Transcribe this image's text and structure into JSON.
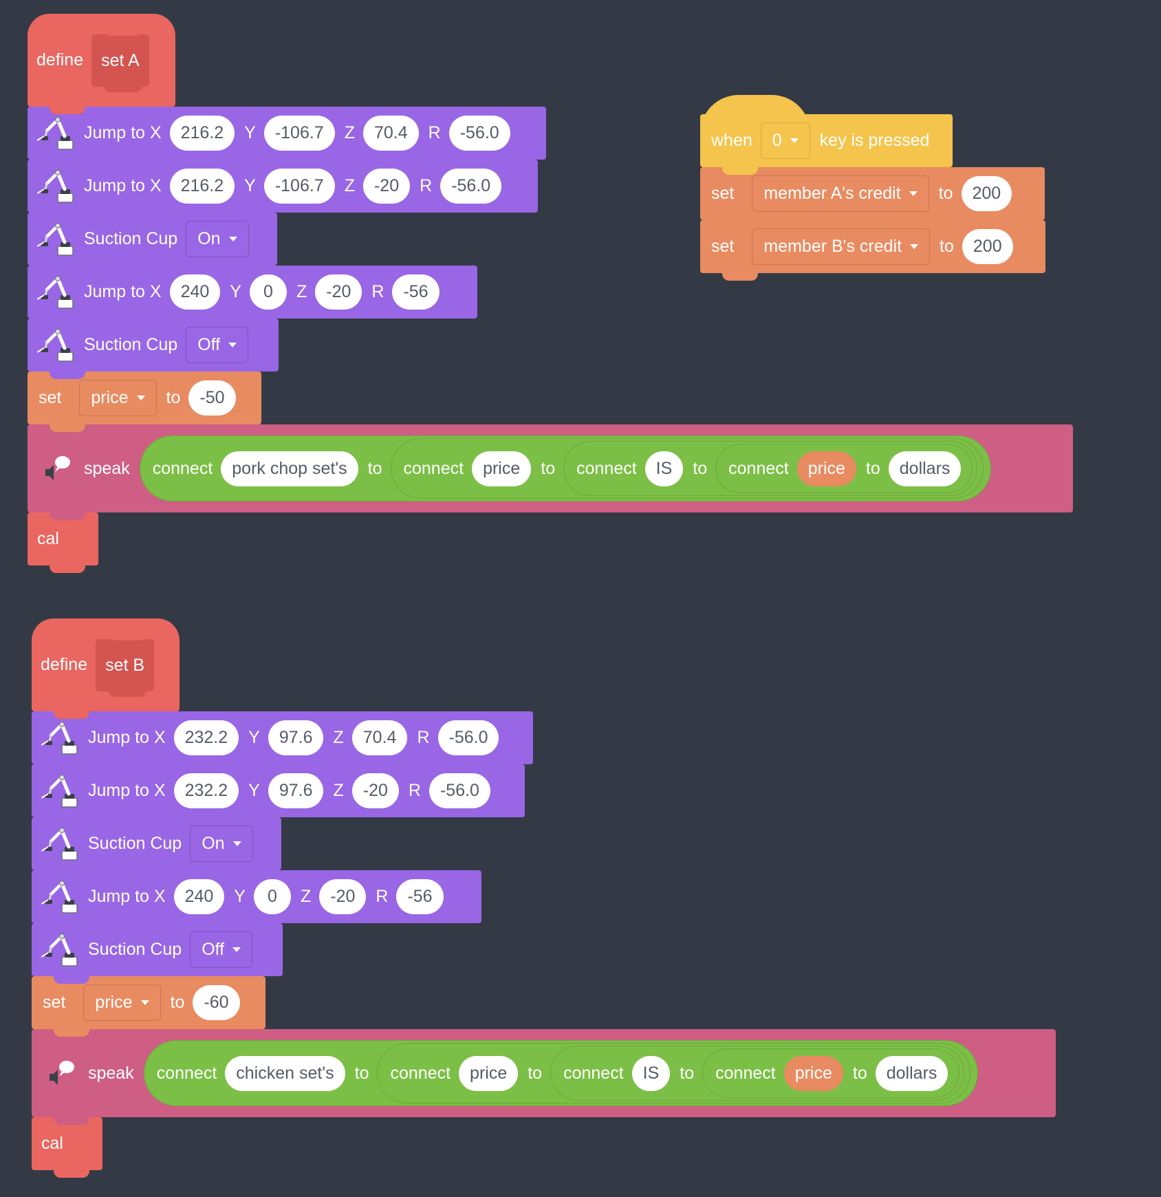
{
  "scriptA": {
    "define_label": "define",
    "proc_name": "set A",
    "jump1": {
      "label": "Jump to X",
      "x": "216.2",
      "y_label": "Y",
      "y": "-106.7",
      "z_label": "Z",
      "z": "70.4",
      "r_label": "R",
      "r": "-56.0"
    },
    "jump2": {
      "label": "Jump to X",
      "x": "216.2",
      "y_label": "Y",
      "y": "-106.7",
      "z_label": "Z",
      "z": "-20",
      "r_label": "R",
      "r": "-56.0"
    },
    "suction1": {
      "label": "Suction Cup",
      "state": "On"
    },
    "jump3": {
      "label": "Jump to X",
      "x": "240",
      "y_label": "Y",
      "y": "0",
      "z_label": "Z",
      "z": "-20",
      "r_label": "R",
      "r": "-56"
    },
    "suction2": {
      "label": "Suction Cup",
      "state": "Off"
    },
    "set": {
      "label": "set",
      "var": "price",
      "to": "to",
      "value": "-50"
    },
    "speak": {
      "label": "speak",
      "connect": "connect",
      "to": "to",
      "p1": "pork chop set's",
      "p2": "price",
      "p3": "IS",
      "p4": "price",
      "p5": "dollars"
    },
    "call": "cal"
  },
  "scriptB": {
    "define_label": "define",
    "proc_name": "set B",
    "jump1": {
      "label": "Jump to X",
      "x": "232.2",
      "y_label": "Y",
      "y": "97.6",
      "z_label": "Z",
      "z": "70.4",
      "r_label": "R",
      "r": "-56.0"
    },
    "jump2": {
      "label": "Jump to X",
      "x": "232.2",
      "y_label": "Y",
      "y": "97.6",
      "z_label": "Z",
      "z": "-20",
      "r_label": "R",
      "r": "-56.0"
    },
    "suction1": {
      "label": "Suction Cup",
      "state": "On"
    },
    "jump3": {
      "label": "Jump to X",
      "x": "240",
      "y_label": "Y",
      "y": "0",
      "z_label": "Z",
      "z": "-20",
      "r_label": "R",
      "r": "-56"
    },
    "suction2": {
      "label": "Suction Cup",
      "state": "Off"
    },
    "set": {
      "label": "set",
      "var": "price",
      "to": "to",
      "value": "-60"
    },
    "speak": {
      "label": "speak",
      "connect": "connect",
      "to": "to",
      "p1": "chicken set's",
      "p2": "price",
      "p3": "IS",
      "p4": "price",
      "p5": "dollars"
    },
    "call": "cal"
  },
  "event": {
    "when": "when",
    "key": "0",
    "pressed": "key is pressed",
    "set1": {
      "label": "set",
      "var": "member A's credit",
      "to": "to",
      "value": "200"
    },
    "set2": {
      "label": "set",
      "var": "member B's credit",
      "to": "to",
      "value": "200"
    }
  },
  "colors": {
    "motion": "#9966e6",
    "variable": "#e88b61",
    "custom": "#e96661",
    "operator": "#7cbf46",
    "sound": "#cf5e85",
    "event": "#f4c44c",
    "background": "#343a45"
  }
}
